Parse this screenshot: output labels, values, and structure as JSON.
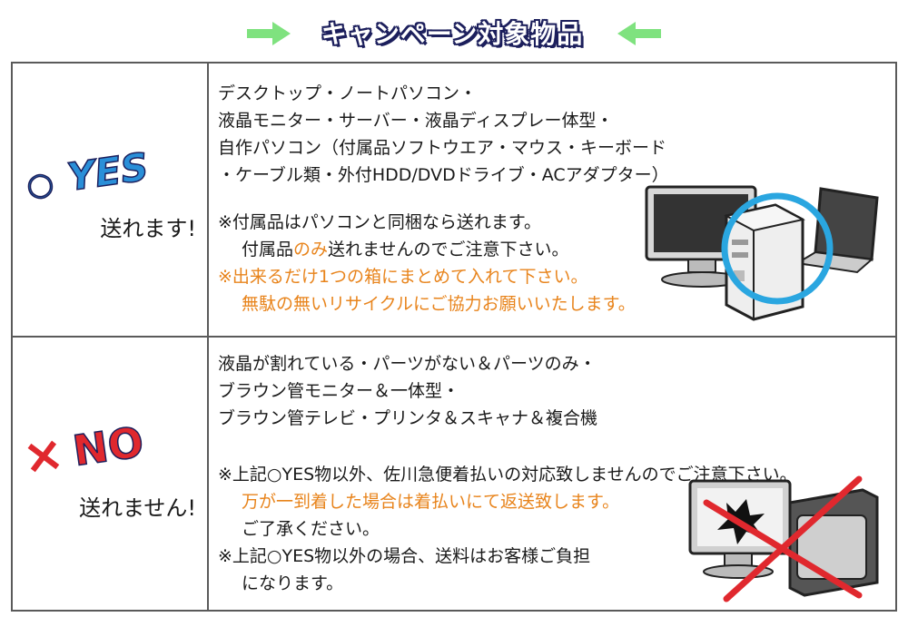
{
  "header": {
    "title": "キャンペーン対象物品",
    "accent_green": "#7fe27f",
    "navy": "#1c1f5c"
  },
  "yes": {
    "badge_mark": "○",
    "badge_word": "YES",
    "label": "送れます!",
    "lines": [
      "デスクトップ・ノートパソコン・",
      "液晶モニター・サーバー・液晶ディスプレー体型・",
      "自作パソコン（付属品ソフトウエア・マウス・キーボード",
      "・ケーブル類・外付HDD/DVDドライブ・ACアダプター）"
    ],
    "note1": "※付属品はパソコンと同梱なら送れます。",
    "note2_pre": "付属品",
    "note2_highlight": "のみ",
    "note2_post": "送れませんのでご注意下さい。",
    "note3": "※出来るだけ1つの箱にまとめて入れて下さい。",
    "note4": "無駄の無いリサイクルにご協力お願いいたします。"
  },
  "no": {
    "badge_mark": "×",
    "badge_word": "NO",
    "label": "送れません!",
    "lines": [
      "液晶が割れている・パーツがない＆パーツのみ・",
      "ブラウン管モニター＆一体型・",
      "ブラウン管テレビ・プリンタ＆スキャナ＆複合機"
    ],
    "note1": "※上記○YES物以外、佐川急便着払いの対応致しませんのでご注意下さい。",
    "note2": "万が一到着した場合は着払いにて返送致します。",
    "note3": "ご了承ください。",
    "note4": "※上記○YES物以外の場合、送料はお客様ご負担",
    "note5": "になります。"
  },
  "colors": {
    "orange": "#e8841c",
    "blue_badge": "#2a8fd8",
    "red_cross": "#e0282e",
    "circle_blue": "#2aa6e0"
  }
}
